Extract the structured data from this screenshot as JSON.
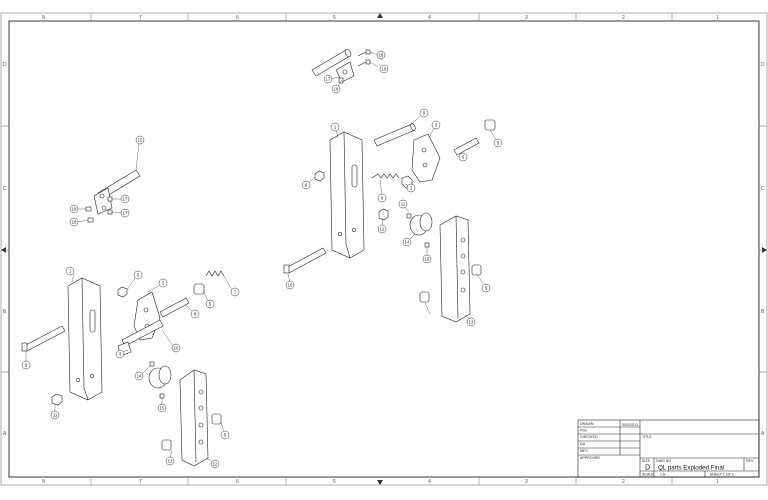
{
  "drawing": {
    "zones_top": [
      "8",
      "7",
      "6",
      "5",
      "4",
      "3",
      "2",
      "1"
    ],
    "zones_bottom": [
      "8",
      "7",
      "6",
      "5",
      "4",
      "3",
      "2",
      "1"
    ],
    "zones_left": [
      "D",
      "C",
      "B",
      "A"
    ],
    "zones_right": [
      "D",
      "C",
      "B",
      "A"
    ]
  },
  "assemblies": {
    "top": {
      "balloons": [
        "16",
        "17",
        "18",
        "19"
      ]
    },
    "upper_left": {
      "balloons": [
        "15",
        "17",
        "17",
        "18",
        "18"
      ]
    },
    "right": {
      "balloons": [
        "1",
        "6",
        "8",
        "9",
        "3",
        "5",
        "2",
        "12",
        "11",
        "14",
        "15",
        "5",
        "10",
        "13",
        "5"
      ]
    },
    "left": {
      "balloons": [
        "1",
        "6",
        "7",
        "2",
        "5",
        "8",
        "9",
        "3",
        "10",
        "11",
        "14",
        "15",
        "5",
        "13",
        "12"
      ]
    }
  },
  "title_block": {
    "drawn_label": "DRAWN",
    "drawn_by": "Fhm",
    "drawn_date": "3/01/2013",
    "checked_label": "CHECKED",
    "qa_label": "QA",
    "mfg_label": "MFG",
    "approved_label": "APPROVED",
    "title_label": "TITLE",
    "size_label": "SIZE",
    "size_value": "D",
    "dwg_no_label": "DWG NO",
    "dwg_no_value": "QL parts Exploded Final",
    "rev_label": "REV",
    "scale_label": "SCALE",
    "scale_value": "1:6",
    "sheet_label": "SHEET 1 OF 1"
  },
  "colors": {
    "line": "#222222",
    "frame": "#555555",
    "paper": "#ffffff"
  }
}
